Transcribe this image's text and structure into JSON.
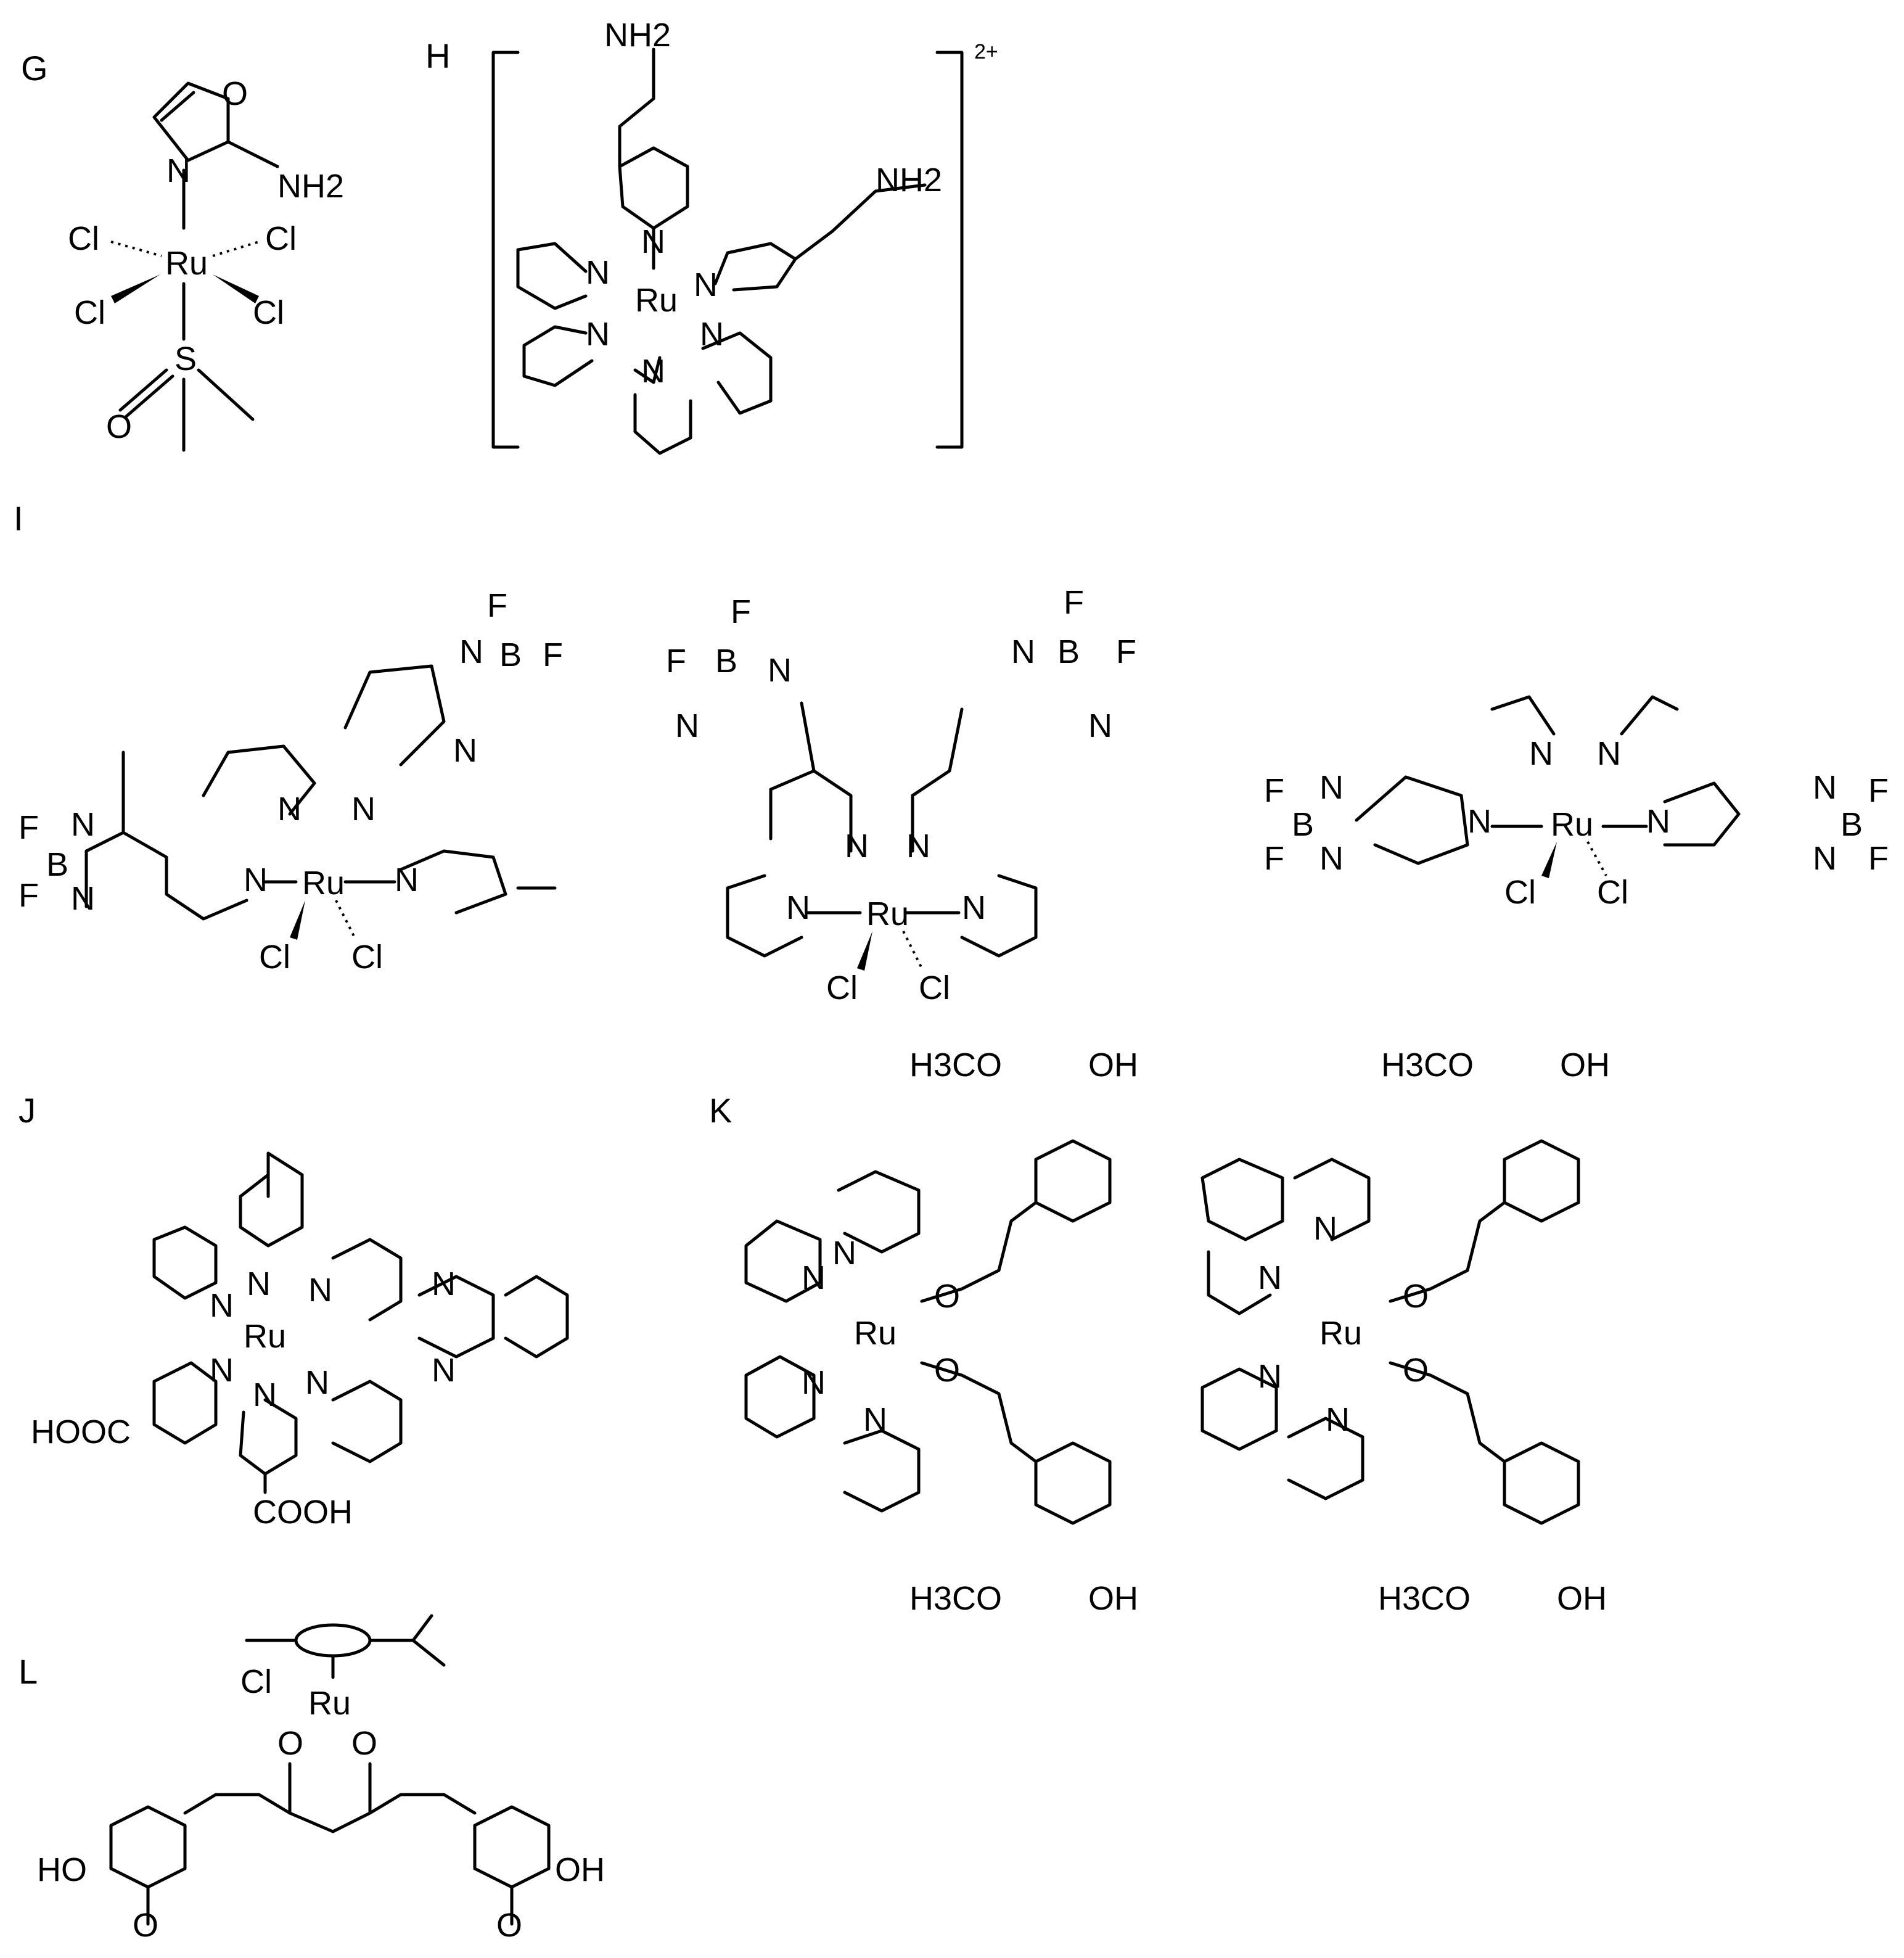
{
  "panels": {
    "g": "G",
    "h": "H",
    "i": "I",
    "j": "J",
    "k": "K",
    "l": "L"
  },
  "charge": "2+",
  "atoms": {
    "ru": "Ru",
    "n": "N",
    "o": "O",
    "s": "S",
    "cl": "Cl",
    "b": "B",
    "f": "F",
    "nh2": "NH2",
    "h3co": "H3CO",
    "oh": "OH",
    "ho": "HO",
    "hooc": "HOOC",
    "cooh": "COOH"
  }
}
